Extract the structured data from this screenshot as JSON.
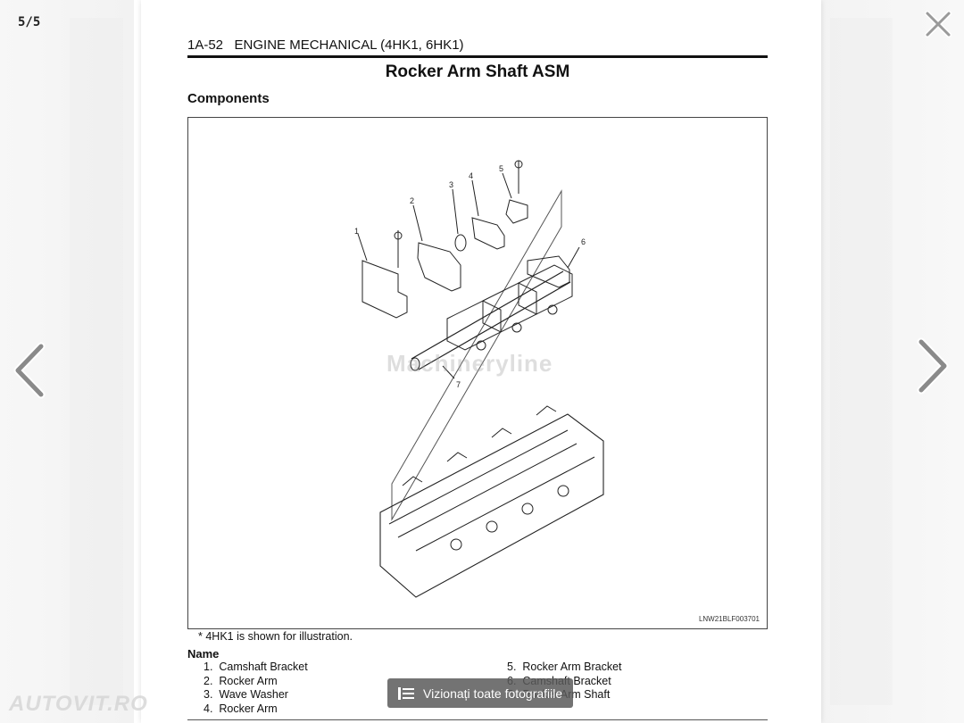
{
  "viewer": {
    "counter": "5/5",
    "view_all_label": "Vizionați toate fotografiile",
    "brand_watermark": "AUTOVIT.RO"
  },
  "document": {
    "header": "1A-52   ENGINE MECHANICAL (4HK1, 6HK1)",
    "title": "Rocker Arm Shaft ASM",
    "section": "Components",
    "figure_code": "LNW21BLF003701",
    "figure_watermark": "Machineryline",
    "callouts": [
      "1",
      "2",
      "3",
      "4",
      "5",
      "6",
      "7"
    ],
    "note": "* 4HK1 is shown for illustration.",
    "name_heading": "Name",
    "components_left": [
      "1.  Camshaft Bracket",
      "2.  Rocker Arm",
      "3.  Wave Washer",
      "4.  Rocker Arm"
    ],
    "components_right": [
      "5.  Rocker Arm Bracket",
      "6.  Camshaft Bracket",
      "7.  Rocker Arm Shaft"
    ]
  }
}
